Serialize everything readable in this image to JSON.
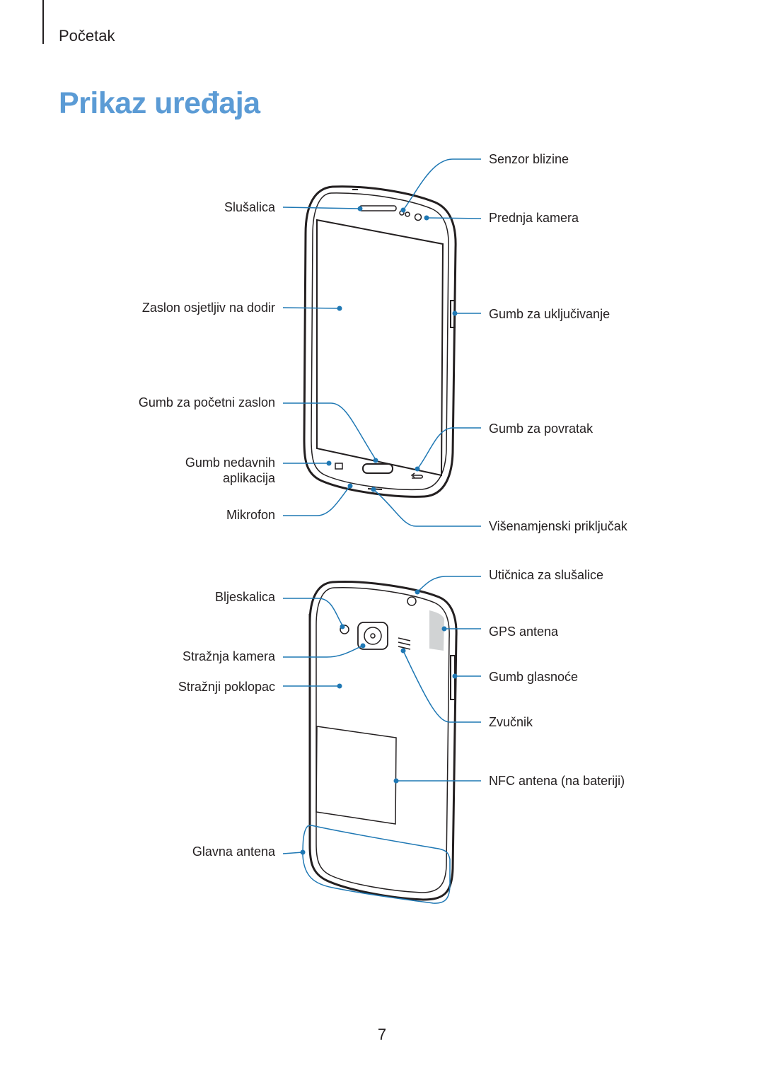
{
  "header": {
    "section": "Početak"
  },
  "title": "Prikaz uređaja",
  "front_labels": {
    "earpiece": "Slušalica",
    "touchscreen": "Zaslon osjetljiv na dodir",
    "home_key": "Gumb za početni zaslon",
    "recent_apps": "Gumb nedavnih\naplikacija",
    "microphone": "Mikrofon",
    "proximity_sensor": "Senzor blizine",
    "front_camera": "Prednja kamera",
    "power_key": "Gumb za uključivanje",
    "back_key": "Gumb za povratak",
    "mf_jack": "Višenamjenski priključak"
  },
  "back_labels": {
    "flash": "Bljeskalica",
    "rear_camera": "Stražnja kamera",
    "back_cover": "Stražnji poklopac",
    "main_antenna": "Glavna antena",
    "headset_jack": "Utičnica za slušalice",
    "gps_antenna": "GPS antena",
    "volume_key": "Gumb glasnoće",
    "speaker": "Zvučnik",
    "nfc_antenna": "NFC antena (na bateriji)"
  },
  "colors": {
    "title": "#5b9bd5",
    "callout": "#1f78b4",
    "text": "#231f20"
  },
  "page_number": "7"
}
